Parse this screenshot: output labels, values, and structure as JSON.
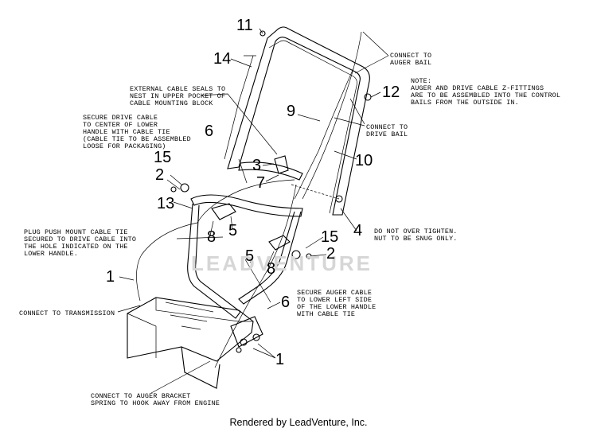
{
  "diagram": {
    "watermark": "LEADVENTURE",
    "footer": "Rendered by LeadVenture, Inc.",
    "callouts": {
      "n11": "11",
      "n14": "14",
      "n12": "12",
      "n9": "9",
      "n6a": "6",
      "n3": "3",
      "n7": "7",
      "n10": "10",
      "n15a": "15",
      "n2a": "2",
      "n13": "13",
      "n8a": "8",
      "n5a": "5",
      "n4": "4",
      "n15b": "15",
      "n2b": "2",
      "n5b": "5",
      "n8b": "8",
      "n1a": "1",
      "n6b": "6",
      "n1b": "1"
    },
    "notes": {
      "auger_bail": "CONNECT TO\nAUGER BAIL",
      "zfittings": "NOTE:\nAUGER AND DRIVE CABLE Z-FITTINGS\nARE TO BE ASSEMBLED INTO THE CONTROL\nBAILS FROM THE OUTSIDE IN.",
      "cable_seals": "EXTERNAL CABLE SEALS TO\nNEST IN UPPER POCKET OF\nCABLE MOUNTING BLOCK",
      "drive_bail": "CONNECT TO\nDRIVE BAIL",
      "secure_drive": "SECURE DRIVE CABLE\nTO CENTER OF LOWER\nHANDLE WITH CABLE TIE\n(CABLE TIE TO BE ASSEMBLED\nLOOSE FOR PACKAGING)",
      "over_tighten": "DO NOT OVER TIGHTEN.\nNUT TO BE SNUG ONLY.",
      "plug_push": "PLUG PUSH MOUNT CABLE TIE\nSECURED TO DRIVE CABLE INTO\nTHE HOLE INDICATED ON THE\nLOWER HANDLE.",
      "secure_auger": "SECURE AUGER CABLE\nTO LOWER LEFT SIDE\nOF THE LOWER HANDLE\nWITH CABLE TIE",
      "transmission": "CONNECT TO TRANSMISSION",
      "auger_bracket": "CONNECT TO AUGER BRACKET\nSPRING TO HOOK AWAY FROM ENGINE"
    }
  }
}
